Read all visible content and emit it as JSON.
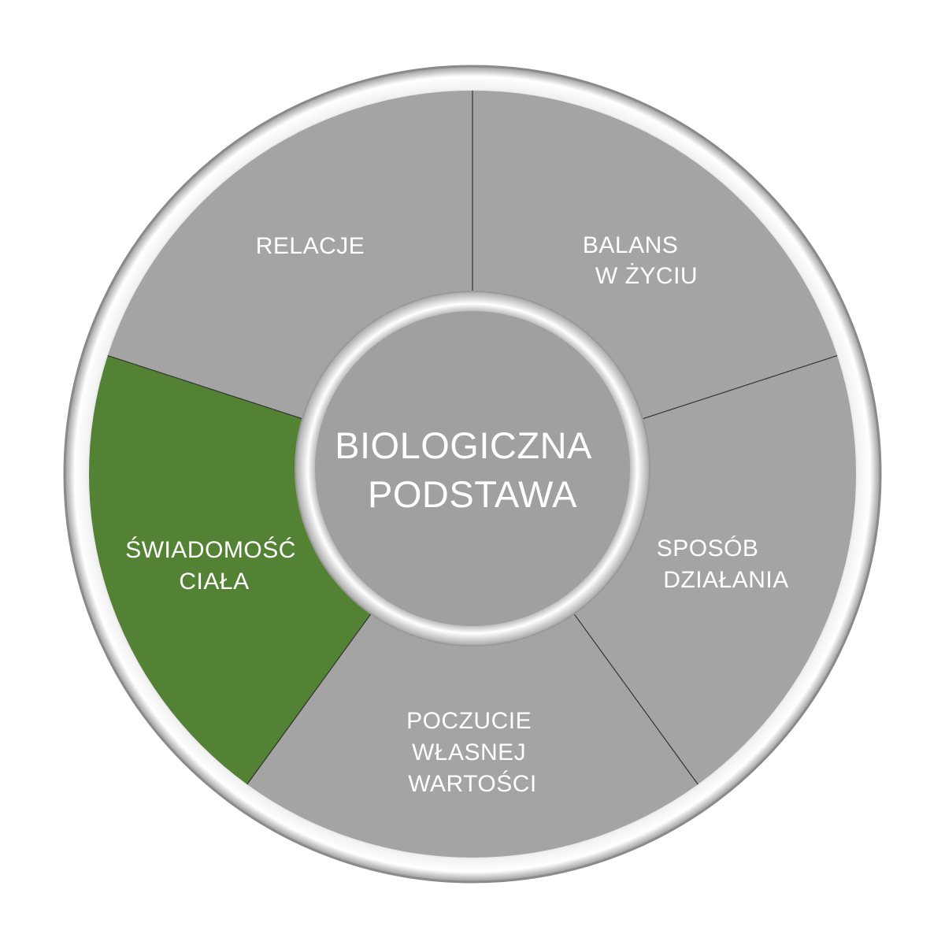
{
  "diagram": {
    "center": {
      "lines": [
        "BIOLOGICZNA",
        "PODSTAWA"
      ],
      "color": "#a0a0a0"
    },
    "segments": [
      {
        "id": "relacje",
        "lines": [
          "RELACJE"
        ],
        "color": "#a4a4a4",
        "highlighted": false
      },
      {
        "id": "balans",
        "lines": [
          "BALANS",
          "W ŻYCIU"
        ],
        "color": "#a4a4a4",
        "highlighted": false
      },
      {
        "id": "sposob",
        "lines": [
          "SPOSÓB",
          "DZIAŁANIA"
        ],
        "color": "#a4a4a4",
        "highlighted": false
      },
      {
        "id": "poczucie",
        "lines": [
          "POCZUCIE",
          "WŁASNEJ",
          "WARTOŚCI"
        ],
        "color": "#a4a4a4",
        "highlighted": false
      },
      {
        "id": "swiadomosc",
        "lines": [
          "ŚWIADOMOŚĆ",
          "CIAŁA"
        ],
        "color": "#548235",
        "highlighted": true
      }
    ],
    "colors": {
      "segment_gray": "#a4a4a4",
      "highlight_green": "#548235",
      "divider": "#333333",
      "ring_outer": "#9a9a9a",
      "ring_inner": "#e8e8e8",
      "text": "#ffffff"
    }
  }
}
